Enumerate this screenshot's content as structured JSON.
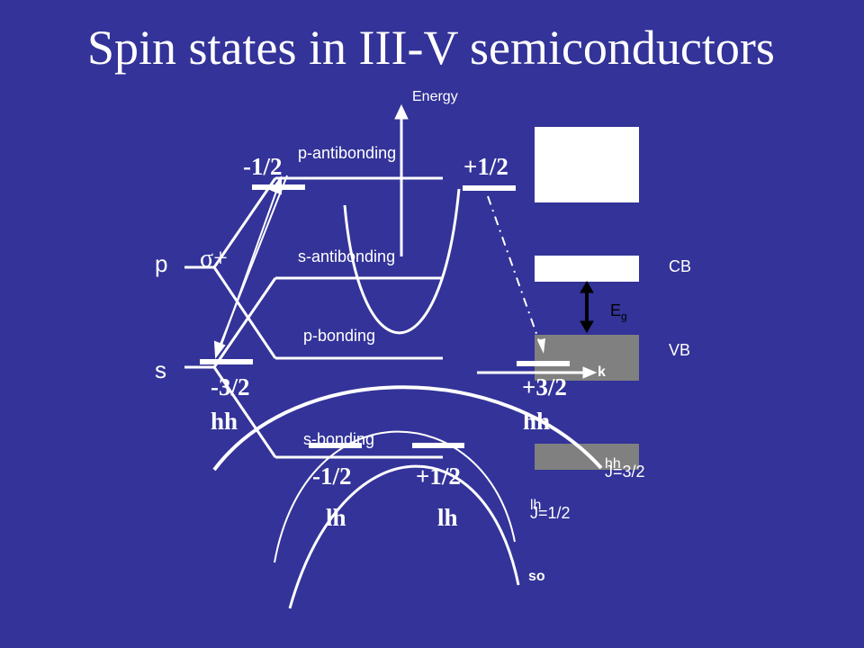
{
  "title": "Spin states in III-V semiconductors",
  "axes": {
    "energy": "Energy",
    "k": "k"
  },
  "orbitals": {
    "p": "p",
    "s": "s"
  },
  "levels": {
    "p_antibonding": "p-antibonding",
    "s_antibonding": "s-antibonding",
    "p_bonding": "p-bonding",
    "s_bonding": "s-bonding"
  },
  "spin_states": {
    "cb_minus": "-1/2",
    "cb_plus": "+1/2",
    "hh_minus": "-3/2",
    "hh_plus": "+3/2",
    "hh_label": "hh",
    "lh_minus": "-1/2",
    "lh_plus": "+1/2",
    "lh_label": "lh"
  },
  "polarization": "σ+",
  "band_labels": {
    "cb": "CB",
    "vb": "VB",
    "eg_main": "E",
    "eg_sub": "g",
    "hh": "hh",
    "hh_j": "J=3/2",
    "lh": "lh",
    "lh_j": "J=1/2",
    "so": "so"
  },
  "colors": {
    "background": "#333399",
    "foreground": "#ffffff",
    "band_box_white": "#ffffff",
    "band_box_gray": "#808080",
    "arrow": "#000000"
  }
}
